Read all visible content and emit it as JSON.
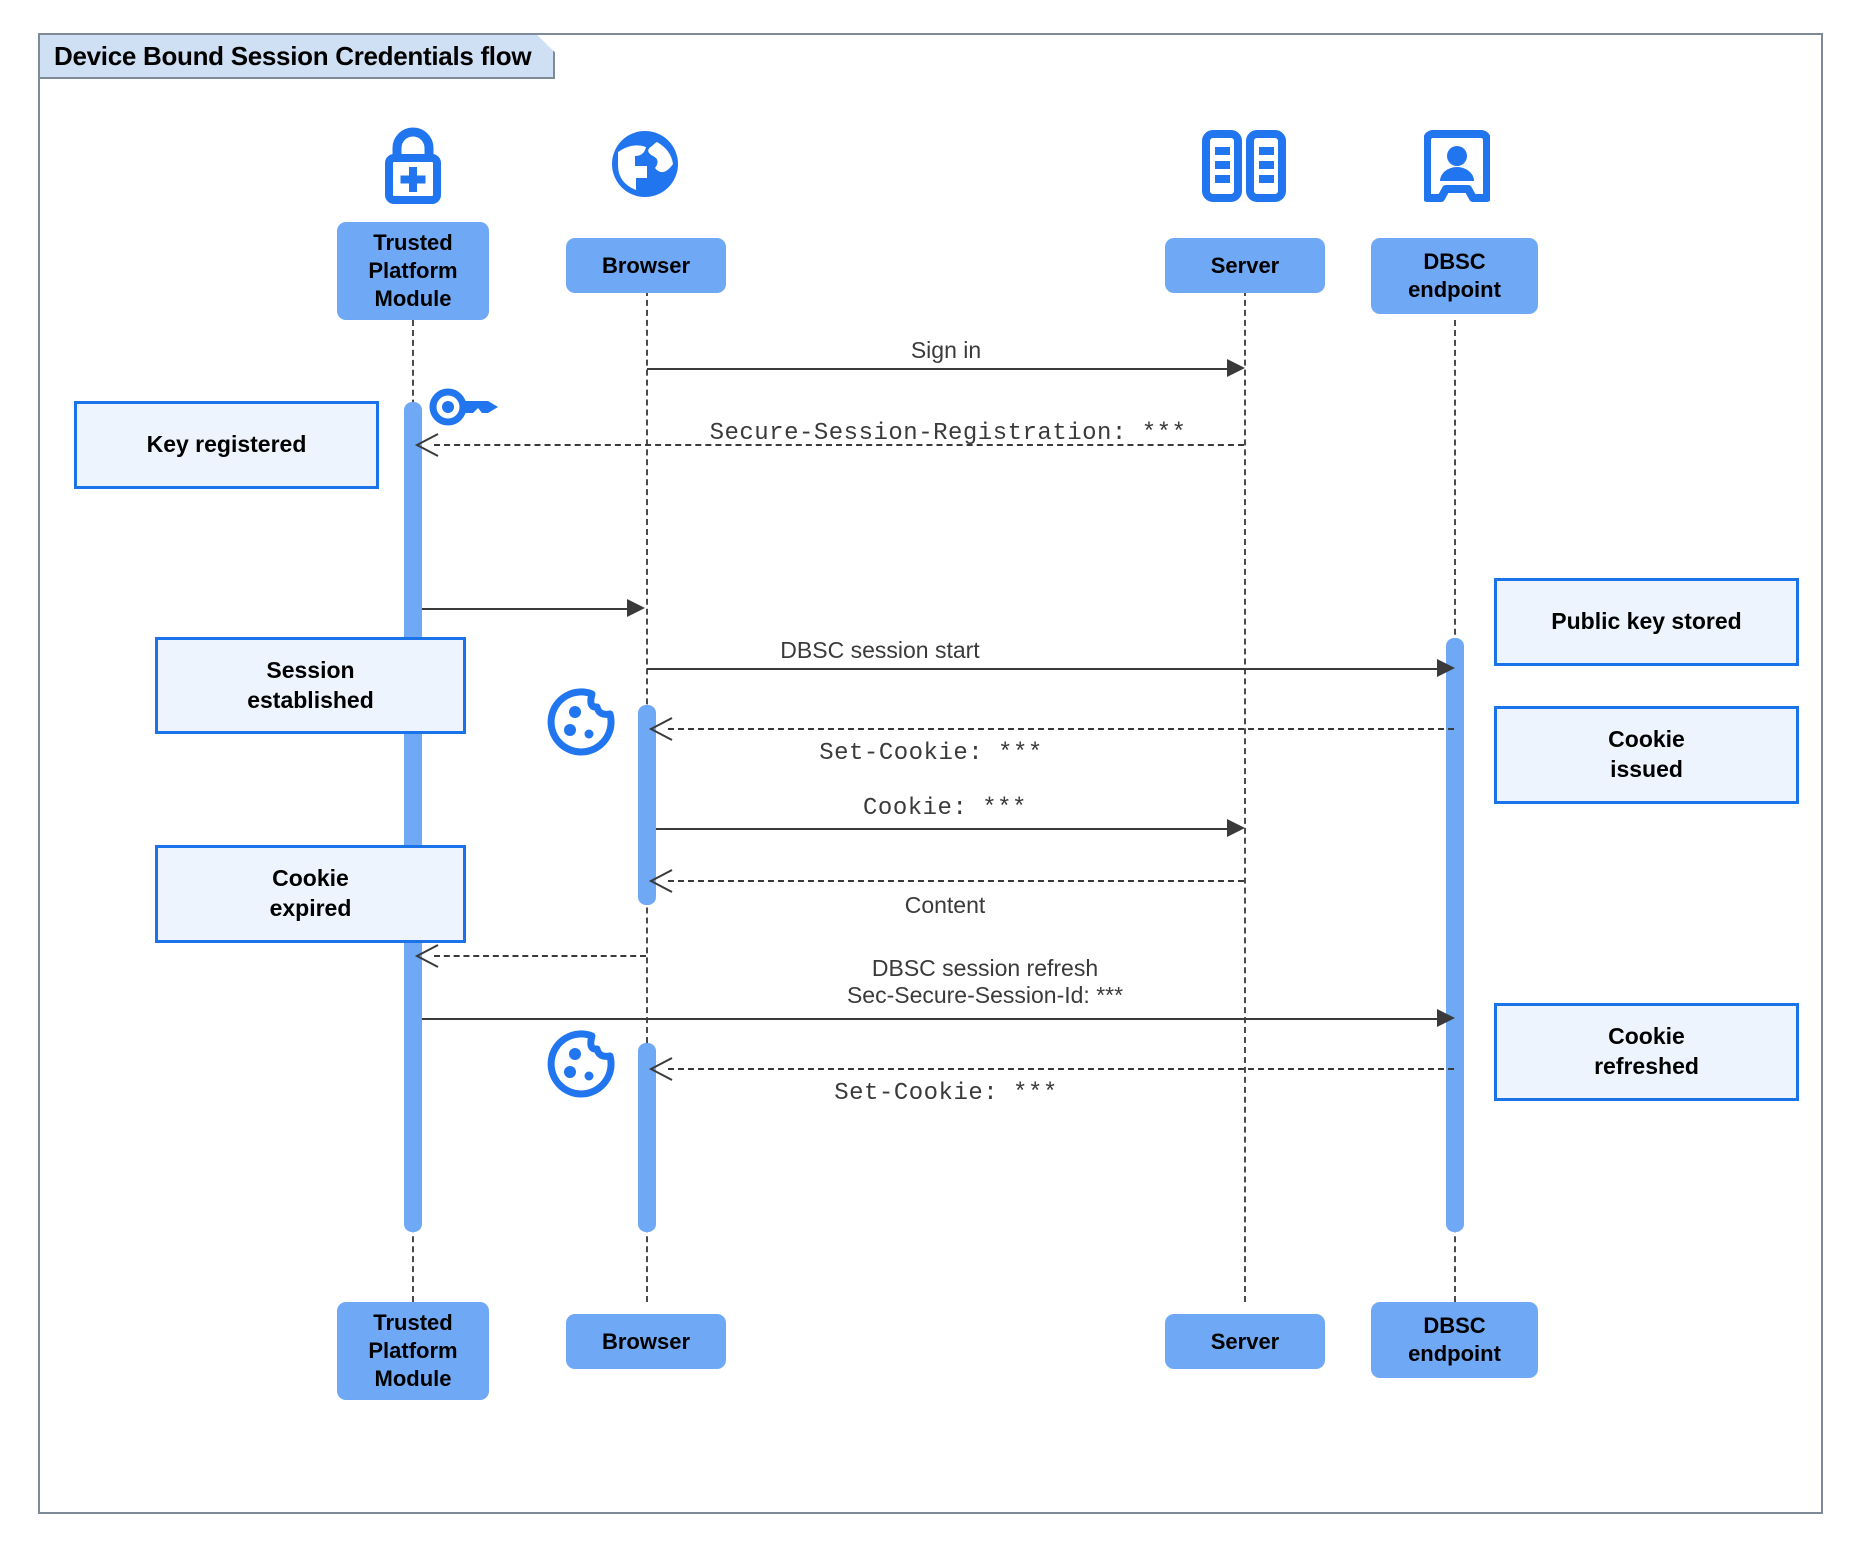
{
  "diagram": {
    "type": "sequence-diagram",
    "title": "Device Bound Session Credentials flow",
    "colors": {
      "participant_fill": "#6fa8f5",
      "note_fill": "#eef4fe",
      "note_border": "#1a73e8",
      "icon_blue": "#2176f0",
      "frame_border": "#7e8a97",
      "title_fill": "#cfe0f5",
      "line": "#3a3a3a"
    }
  },
  "participants": [
    {
      "id": "tpm",
      "label": "Trusted\nPlatform\nModule",
      "label_top": "Trusted Platform Module",
      "icon": "padlock-plus-icon"
    },
    {
      "id": "browser",
      "label": "Browser",
      "icon": "globe-icon"
    },
    {
      "id": "server",
      "label": "Server",
      "icon": "server-rack-icon"
    },
    {
      "id": "dbsc",
      "label": "DBSC\nendpoint",
      "icon": "id-badge-icon"
    }
  ],
  "participant_labels": {
    "tpm_line1": "Trusted",
    "tpm_line2": "Platform",
    "tpm_line3": "Module",
    "browser": "Browser",
    "server": "Server",
    "dbsc_line1": "DBSC",
    "dbsc_line2": "endpoint"
  },
  "messages": [
    {
      "id": "m1",
      "from": "browser",
      "to": "server",
      "style": "solid",
      "kind": "sans",
      "text": "Sign in"
    },
    {
      "id": "m2",
      "from": "server",
      "to": "tpm",
      "style": "dashed",
      "kind": "mono",
      "text": "Secure-Session-Registration: ***"
    },
    {
      "id": "m3",
      "from": "tpm",
      "to": "browser",
      "style": "solid",
      "kind": "none",
      "text": ""
    },
    {
      "id": "m4",
      "from": "browser",
      "to": "dbsc",
      "style": "solid",
      "kind": "sans",
      "text": "DBSC session start"
    },
    {
      "id": "m5",
      "from": "dbsc",
      "to": "browser",
      "style": "dashed",
      "kind": "mono",
      "text": "Set-Cookie: ***"
    },
    {
      "id": "m6",
      "from": "browser",
      "to": "server",
      "style": "solid",
      "kind": "mono",
      "text": "Cookie: ***"
    },
    {
      "id": "m7",
      "from": "server",
      "to": "browser",
      "style": "dashed",
      "kind": "sans",
      "text": "Content"
    },
    {
      "id": "m8",
      "from": "browser",
      "to": "tpm",
      "style": "dashed",
      "kind": "none",
      "text": ""
    },
    {
      "id": "m9",
      "from": "tpm",
      "to": "dbsc",
      "style": "solid",
      "kind": "mixed",
      "text_line1": "DBSC session refresh",
      "text_line2": "Sec-Secure-Session-Id: ***"
    },
    {
      "id": "m10",
      "from": "dbsc",
      "to": "browser",
      "style": "dashed",
      "kind": "mono",
      "text": "Set-Cookie: ***"
    }
  ],
  "notes": [
    {
      "id": "n1",
      "side": "left",
      "line1": "Key registered",
      "line2": ""
    },
    {
      "id": "n2",
      "side": "left",
      "line1": "Session",
      "line2": "established"
    },
    {
      "id": "n3",
      "side": "left",
      "line1": "Cookie",
      "line2": "expired"
    },
    {
      "id": "n4",
      "side": "right",
      "line1": "Public key stored",
      "line2": ""
    },
    {
      "id": "n5",
      "side": "right",
      "line1": "Cookie",
      "line2": "issued"
    },
    {
      "id": "n6",
      "side": "right",
      "line1": "Cookie",
      "line2": "refreshed"
    }
  ],
  "inline_icons": [
    {
      "id": "key1",
      "name": "key-icon",
      "near": "tpm"
    },
    {
      "id": "cookie1",
      "name": "cookie-icon",
      "near": "browser"
    },
    {
      "id": "cookie2",
      "name": "cookie-icon",
      "near": "browser"
    }
  ]
}
